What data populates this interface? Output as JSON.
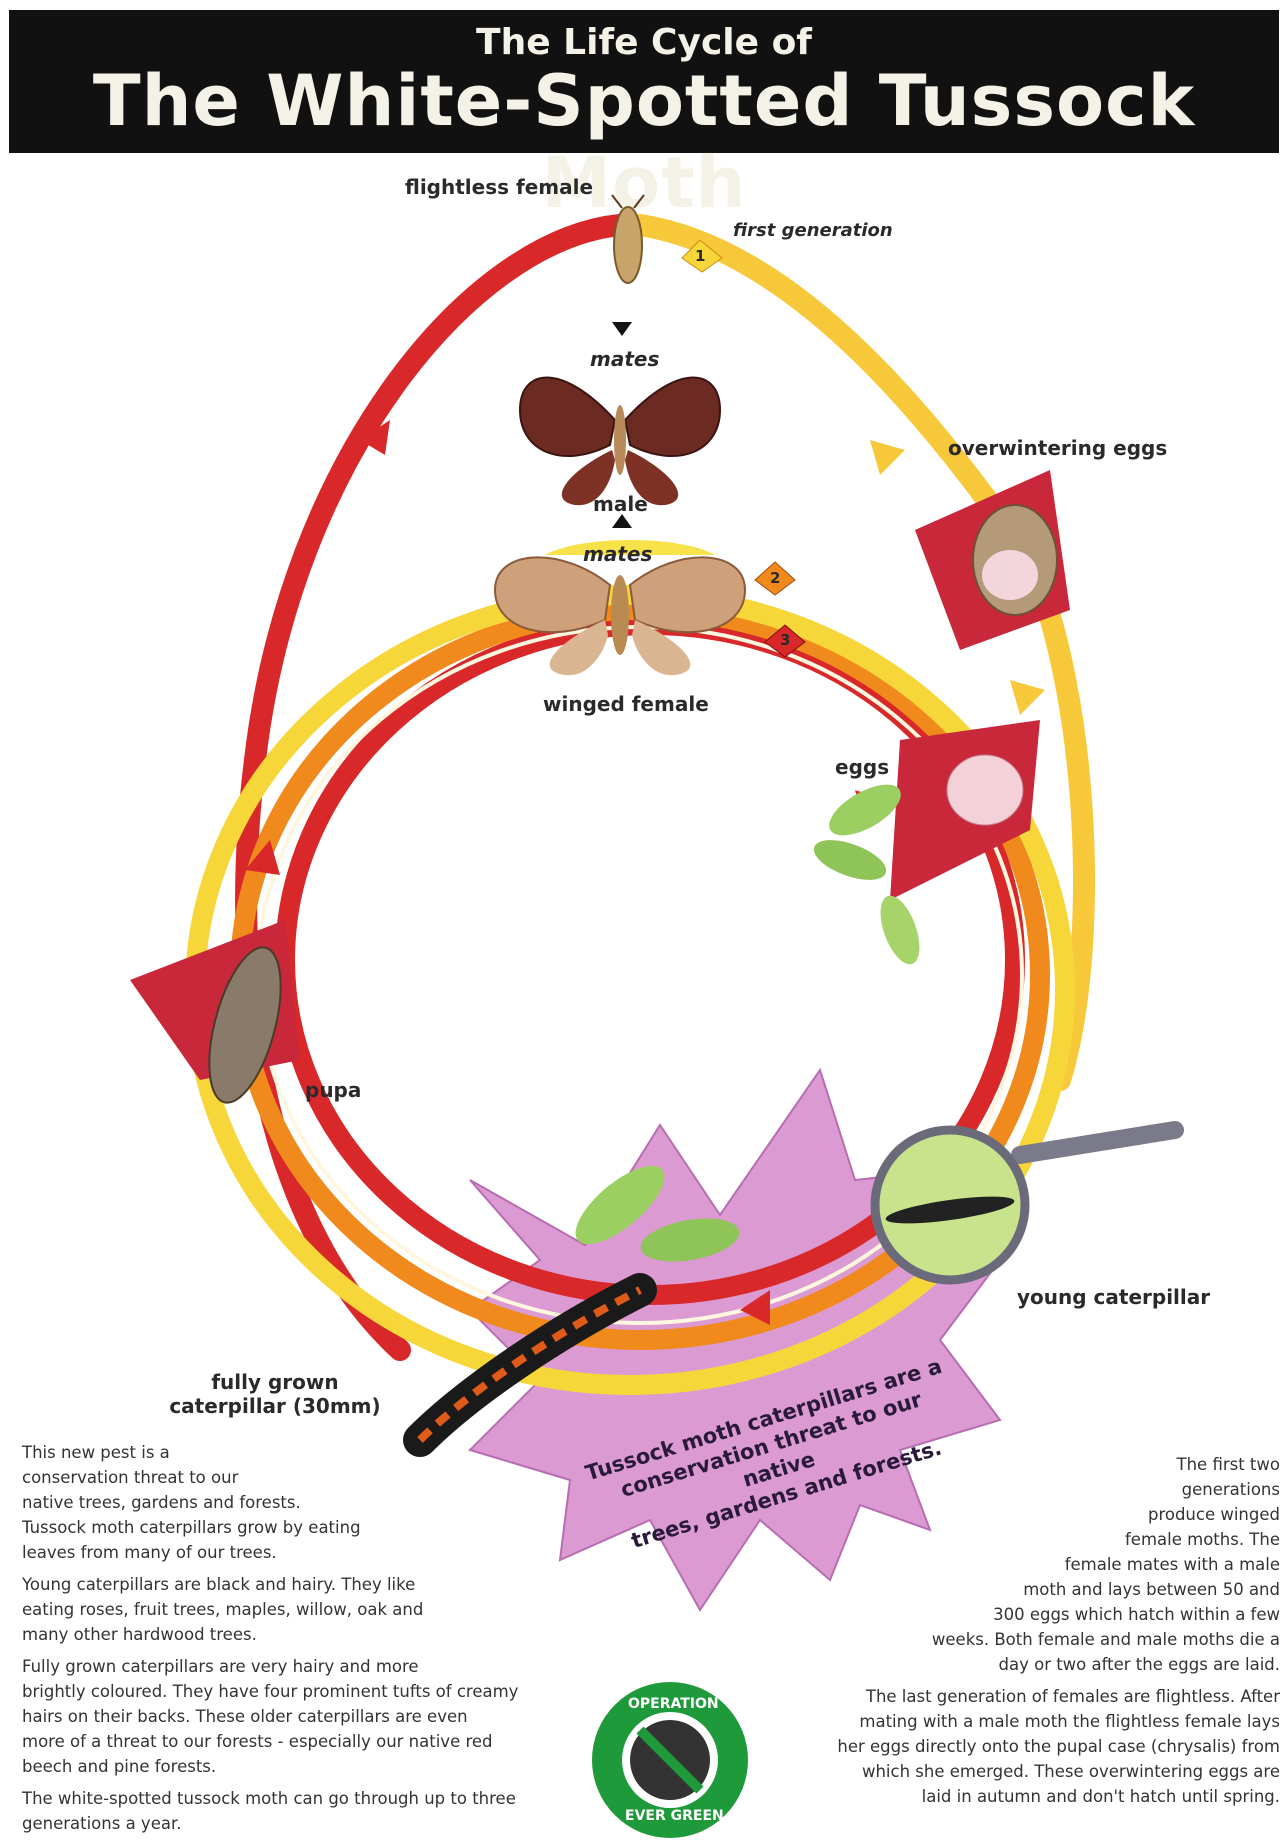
{
  "header": {
    "subtitle": "The Life  Cycle of",
    "title": "The White-Spotted Tussock Moth"
  },
  "labels": {
    "flightless_female": "flightless female",
    "first_generation": "first generation",
    "mates_top": "mates",
    "male": "male",
    "mates_mid": "mates",
    "winged_female": "winged female",
    "overwintering_eggs": "overwintering eggs",
    "eggs": "eggs",
    "pupa": "pupa",
    "young_caterpillar": "young caterpillar",
    "fully_grown_line1": "fully grown",
    "fully_grown_line2": "caterpillar (30mm)",
    "gen1": "1",
    "gen2": "2",
    "gen3": "3"
  },
  "star_text": {
    "line1": "Tussock moth caterpillars are a",
    "line2": "conservation threat to our native",
    "line3": "trees, gardens and forests."
  },
  "left_text": {
    "p1_l1": "This new pest is a",
    "p1_l2": "conservation threat to our",
    "p1_l3": "native trees, gardens and forests.",
    "p1_l4": "Tussock moth caterpillars grow by eating",
    "p1_l5": "leaves from many of our trees.",
    "p2_l1": "Young caterpillars are black and hairy.  They like",
    "p2_l2": "eating roses, fruit trees, maples, willow, oak and",
    "p2_l3": "many other hardwood trees.",
    "p3_l1": "Fully grown caterpillars are very hairy and more",
    "p3_l2": "brightly coloured. They have four prominent tufts of creamy",
    "p3_l3": "hairs on their backs.  These older caterpillars are even",
    "p3_l4": "more of a threat to our forests - especially our native red",
    "p3_l5": "beech and pine forests.",
    "p4_l1": "The white-spotted tussock moth can go through up to three",
    "p4_l2": "generations a year."
  },
  "right_text": {
    "p1_l1": "The first two",
    "p1_l2": "generations",
    "p1_l3": "produce winged",
    "p1_l4": "female moths. The",
    "p1_l5": "female mates with a male",
    "p1_l6": "moth and lays between 50 and",
    "p1_l7": "300 eggs which hatch within a few",
    "p1_l8": "weeks. Both female and male moths die a",
    "p1_l9": "day or two after the eggs are laid.",
    "p2_l1": "The last generation of females are flightless. After",
    "p2_l2": "mating with a male moth the flightless female lays",
    "p2_l3": "her eggs directly onto the pupal case (chrysalis) from",
    "p2_l4": "which she emerged. These overwintering eggs are",
    "p2_l5": "laid in autumn and don't hatch until spring."
  },
  "logo": {
    "top": "OPERATION",
    "bottom": "EVER GREEN"
  },
  "colors": {
    "red": "#d8282a",
    "orange": "#f08a1c",
    "yellow": "#f7d63a",
    "star": "#d99ad0",
    "logo_green": "#1e9a3a"
  }
}
